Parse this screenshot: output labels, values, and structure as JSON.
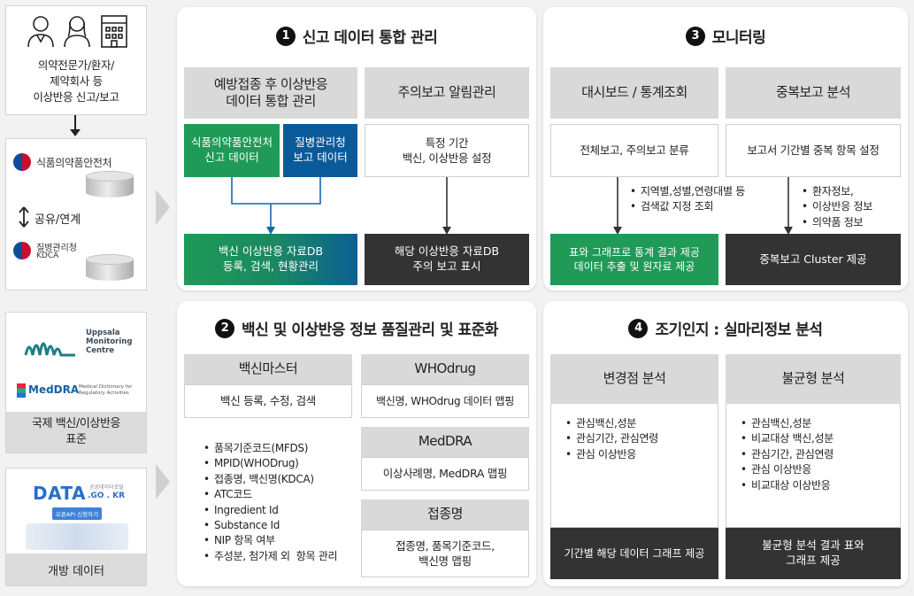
{
  "left": {
    "reporters_text": "의약전문가/환자/\n제약회사 등\n이상반응 신고/보고",
    "mfds_label": "식품의약품안전처",
    "share_label": "공유/연계",
    "kdca_label_ko": "질병관리청",
    "kdca_label_en": "KDCA",
    "uppsala_logo": "Uppsala\nMonitoring\nCentre",
    "meddra_logo": "MedDRA",
    "meddra_sub": "Medical Dictionary for\nRegulatory Activities",
    "intl_standard": "국제 백신/이상반응\n표준",
    "datagokr_logo": "DATA",
    "datagokr_dom": ".GO . KR",
    "datagokr_small": "공공데이터포털",
    "datagokr_button": "오픈API 신청하기",
    "open_data": "개방 데이터"
  },
  "panel1": {
    "num": "1",
    "title": "신고 데이터 통합 관리",
    "header_left": "예방접종 후 이상반응\n데이터 통합 관리",
    "header_right": "주의보고 알림관리",
    "mfds_data": "식품의약품안전처\n신고 데이터",
    "kdca_data": "질병관리청\n보고 데이터",
    "condition": "특정 기간\n백신, 이상반응 설정",
    "result_left": "백신 이상반응 자료DB\n등록, 검색, 현황관리",
    "result_right": "해당 이상반응 자료DB\n주의 보고 표시"
  },
  "panel2": {
    "num": "2",
    "title": "백신 및 이상반응 정보 품질관리 및 표준화",
    "vaccine_master_header": "백신마스터",
    "vaccine_master_desc": "백신 등록, 수정, 검색",
    "items": [
      "품목기준코드(MFDS)",
      "MPID(WHODrug)",
      "접종명, 백신명(KDCA)",
      "ATC코드",
      "Ingredient Id",
      "Substance Id",
      "NIP 항목 여부",
      "주성분, 첨가제 외  항목 관리"
    ],
    "whodrug_header": "WHOdrug",
    "whodrug_desc": "백신명, WHOdrug 데이터 맵핑",
    "meddra_header": "MedDRA",
    "meddra_desc": "이상사례명, MedDRA 맵핑",
    "vacc_header": "접종명",
    "vacc_desc": "접종명, 품목기준코드,\n백신명 맵핑"
  },
  "panel3": {
    "num": "3",
    "title": "모니터링",
    "header_left": "대시보드 / 통계조회",
    "header_right": "중복보고 분석",
    "box_left": "전체보고, 주의보고 분류",
    "box_right": "보고서 기간별 중복 항목 설정",
    "bullets_left": [
      "지역별,성별,연령대별 등",
      "검색값 지정 조회"
    ],
    "bullets_right": [
      "환자정보,",
      "이상반응 정보",
      "의약품 정보"
    ],
    "result_left": "표와 그래프로 통계 결과 제공\n데이터 추출 및 원자료 제공",
    "result_right": "중복보고 Cluster 제공"
  },
  "panel4": {
    "num": "4",
    "title": "조기인지 : 실마리정보 분석",
    "header_left": "변경점 분석",
    "header_right": "불균형 분석",
    "bullets_left": [
      "관심백신,성분",
      "관심기간, 관심연령",
      "관심 이상반응"
    ],
    "bullets_right": [
      "관심백신,성분",
      "비교대상 백신,성분",
      "관심기간, 관심연령",
      "관심 이상반응",
      "비교대상 이상반응"
    ],
    "result_left": "기간별 해당 데이터 그래프 제공",
    "result_right": "불균형 분석 결과 표와\n그래프 제공"
  },
  "colors": {
    "green": "#1f9a57",
    "blue": "#0a5a99",
    "dark": "#333333",
    "header_gray": "#d9d9d9"
  }
}
